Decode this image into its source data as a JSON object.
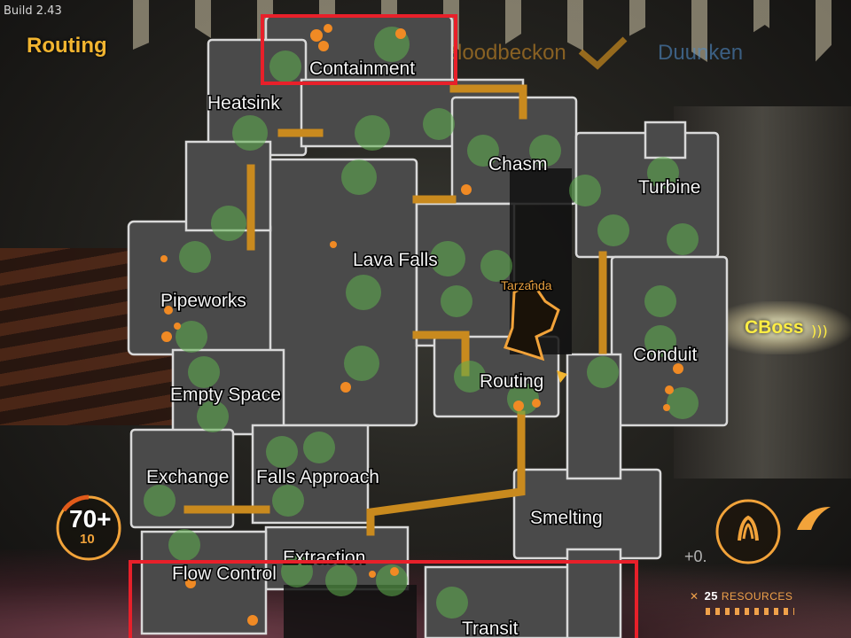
{
  "hud": {
    "build": "Build 2.43",
    "mode_title": "Routing",
    "players": [
      "Bloodbeckon",
      "Duunken"
    ],
    "boss_label": "CBoss",
    "gauge": {
      "main": "70+",
      "sub": "10"
    },
    "plus_value": "+0.",
    "resources": {
      "count": "25",
      "label": "RESOURCES"
    }
  },
  "map": {
    "room_labels": {
      "containment": "Containment",
      "heatsink": "Heatsink",
      "chasm": "Chasm",
      "turbine": "Turbine",
      "lava_falls": "Lava Falls",
      "pipeworks": "Pipeworks",
      "conduit": "Conduit",
      "routing": "Routing",
      "empty_space": "Empty Space",
      "exchange": "Exchange",
      "falls_approach": "Falls Approach",
      "smelting": "Smelting",
      "extraction": "Extraction",
      "flow_control": "Flow Control",
      "transit": "Transit",
      "monster_name": "Tarzanda"
    }
  },
  "colors": {
    "accent": "#f2b530",
    "highlight": "#e8202a",
    "boss": "#ffee44",
    "route": "#c98a1e",
    "room_fill": "#4a4a4a",
    "room_outline": "#d9d9d9",
    "hotspot": "#5fb04e",
    "unit": "#f08a24"
  },
  "icons": [
    "checkmark-icon",
    "sound-wave-icon",
    "ability-icon",
    "claw-icon",
    "resource-icon",
    "monster-icon"
  ]
}
